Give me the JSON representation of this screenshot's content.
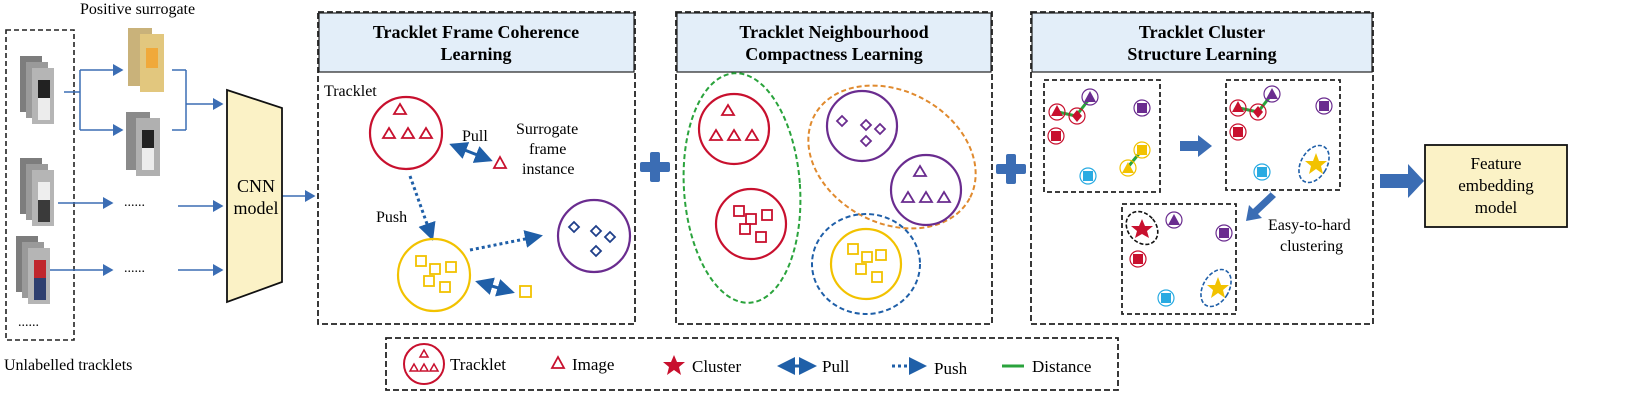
{
  "labels": {
    "positive_surrogate": "Positive surrogate",
    "unlabelled": "Unlabelled tracklets",
    "dots": "......",
    "cnn_line1": "CNN",
    "cnn_line2": "model",
    "tracklet": "Tracklet",
    "pull": "Pull",
    "push": "Push",
    "surrogate_1": "Surrogate",
    "surrogate_2": "frame",
    "surrogate_3": "instance",
    "easy_1": "Easy-to-hard",
    "easy_2": "clustering",
    "feature_1": "Feature",
    "feature_2": "embedding",
    "feature_3": "model"
  },
  "panels": {
    "p1": {
      "line1": "Tracklet Frame Coherence",
      "line2": "Learning"
    },
    "p2": {
      "line1": "Tracklet Neighbourhood",
      "line2": "Compactness Learning"
    },
    "p3": {
      "line1": "Tracklet Cluster",
      "line2": "Structure Learning"
    }
  },
  "legend": {
    "tracklet": "Tracklet",
    "image": "Image",
    "cluster": "Cluster",
    "pull": "Pull",
    "push": "Push",
    "distance": "Distance"
  },
  "colors": {
    "red": "#c8102e",
    "yellow": "#f2c200",
    "purple": "#6a2c8f",
    "blue": "#1f5fa8",
    "cyan": "#29abe2",
    "green": "#2aa33c",
    "orange": "#e08a2e",
    "header_fill": "#e3eef9",
    "cnn_fill": "#fbf2c6",
    "feature_fill": "#fbf2c6"
  }
}
